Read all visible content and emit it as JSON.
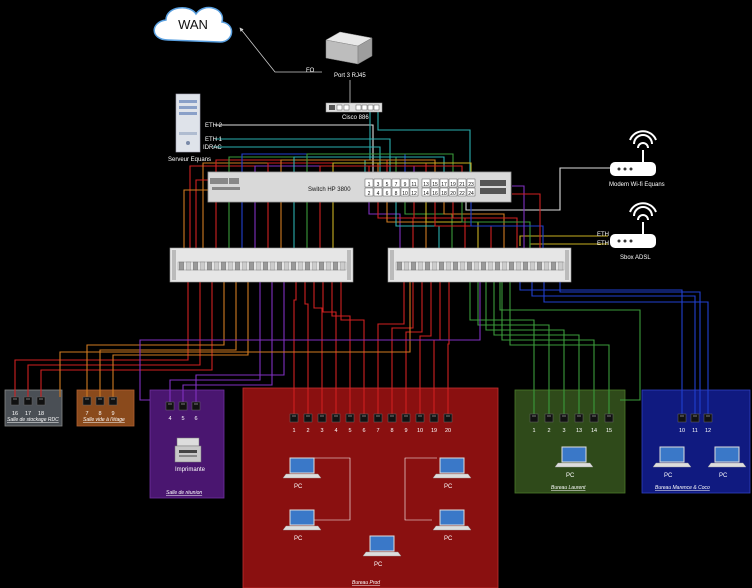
{
  "wan": {
    "label": "WAN"
  },
  "router": {
    "label": "Port 3 RJ45",
    "link_label": "FO"
  },
  "cisco": {
    "label": "Cisco 886"
  },
  "server": {
    "label": "Serveur Equans",
    "ports": [
      "ETH 2",
      "ETH 1",
      "IDRAC"
    ]
  },
  "switch": {
    "label": "Switch HP 3800",
    "ports_top": [
      "1",
      "3",
      "5",
      "7",
      "9",
      "11",
      "13",
      "15",
      "17",
      "19",
      "21",
      "23"
    ],
    "ports_bottom": [
      "2",
      "4",
      "6",
      "8",
      "10",
      "12",
      "14",
      "16",
      "18",
      "20",
      "22",
      "24"
    ]
  },
  "modem_wifi": {
    "label": "Modem Wi-fi Equans"
  },
  "sbox": {
    "label": "Sbox ADSL",
    "ports": [
      "ETH",
      "ETH"
    ]
  },
  "rooms": {
    "stockage": {
      "label": "Salle de stockage RDC",
      "ports": [
        "16",
        "17",
        "18"
      ],
      "color": "#4a4f55"
    },
    "vide": {
      "label": "Salle vide à l'étage",
      "ports": [
        "7",
        "8",
        "9"
      ],
      "color": "#8a4a1c"
    },
    "reunion": {
      "label": "Salle de réunion",
      "ports": [
        "4",
        "5",
        "6"
      ],
      "device": "Imprimante",
      "color": "#4a1670"
    },
    "prod": {
      "label": "Bureau Prod",
      "ports": [
        "1",
        "2",
        "3",
        "4",
        "5",
        "6",
        "7",
        "8",
        "9",
        "10",
        "19",
        "20"
      ],
      "pc": "PC",
      "color": "#8a1010"
    },
    "laurent": {
      "label": "Bureau Laurent",
      "ports": [
        "1",
        "2",
        "3",
        "13",
        "14",
        "15"
      ],
      "pc": "PC",
      "color": "#2f4a1a"
    },
    "marence": {
      "label": "Bureau Marence & Coco",
      "ports": [
        "10",
        "11",
        "12"
      ],
      "pc": "PC",
      "color": "#101a80"
    }
  },
  "colors": {
    "red": "#d02020",
    "orange": "#d07a20",
    "teal": "#2ab0b0",
    "green": "#3a9a3a",
    "blue": "#2040d0",
    "purple": "#8030c0",
    "yellow": "#c8b020",
    "white": "#dddddd"
  }
}
